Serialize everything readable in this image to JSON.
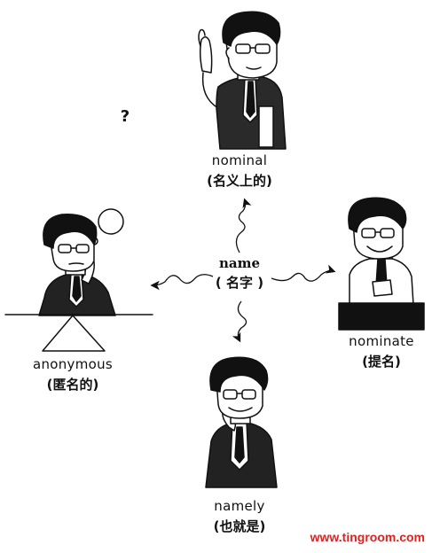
{
  "center": {
    "word": "name",
    "meaning": "( 名字 )"
  },
  "branches": [
    {
      "id": "top",
      "word": "nominal",
      "meaning": "(名义上的)"
    },
    {
      "id": "right",
      "word": "nominate",
      "meaning": "(提名)"
    },
    {
      "id": "bottom",
      "word": "namely",
      "meaning": "(也就是)"
    },
    {
      "id": "left",
      "word": "anonymous",
      "meaning": "(匿名的)"
    }
  ],
  "thought_bubble_symbol": "?",
  "watermark": "www.tingroom.com",
  "colors": {
    "ink": "#111111",
    "watermark": "#dd2222",
    "background": "#ffffff"
  }
}
